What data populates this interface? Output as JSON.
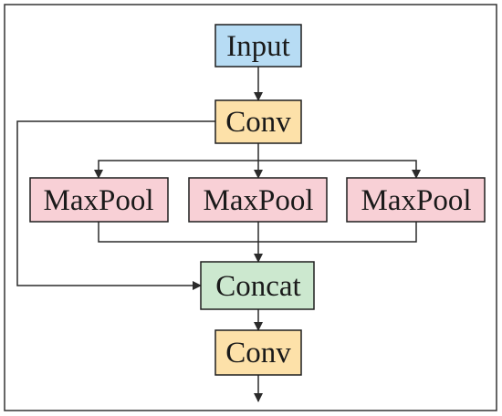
{
  "diagram": {
    "nodes": [
      {
        "id": "input",
        "label": "Input",
        "color": "#b7dcf4"
      },
      {
        "id": "conv1",
        "label": "Conv",
        "color": "#fde1a9"
      },
      {
        "id": "maxpool1",
        "label": "MaxPool",
        "color": "#f8d0d6"
      },
      {
        "id": "maxpool2",
        "label": "MaxPool",
        "color": "#f8d0d6"
      },
      {
        "id": "maxpool3",
        "label": "MaxPool",
        "color": "#f8d0d6"
      },
      {
        "id": "concat",
        "label": "Concat",
        "color": "#cce8cf"
      },
      {
        "id": "conv2",
        "label": "Conv",
        "color": "#fde1a9"
      }
    ],
    "edges": [
      {
        "from": "input",
        "to": "conv1"
      },
      {
        "from": "conv1",
        "to": "maxpool1"
      },
      {
        "from": "conv1",
        "to": "maxpool2"
      },
      {
        "from": "conv1",
        "to": "maxpool3"
      },
      {
        "from": "conv1",
        "to": "concat"
      },
      {
        "from": "maxpool1",
        "to": "concat"
      },
      {
        "from": "maxpool2",
        "to": "concat"
      },
      {
        "from": "maxpool3",
        "to": "concat"
      },
      {
        "from": "conv2",
        "to": "output"
      }
    ],
    "border_color": "#333333",
    "edge_color": "#2b2b2b"
  }
}
